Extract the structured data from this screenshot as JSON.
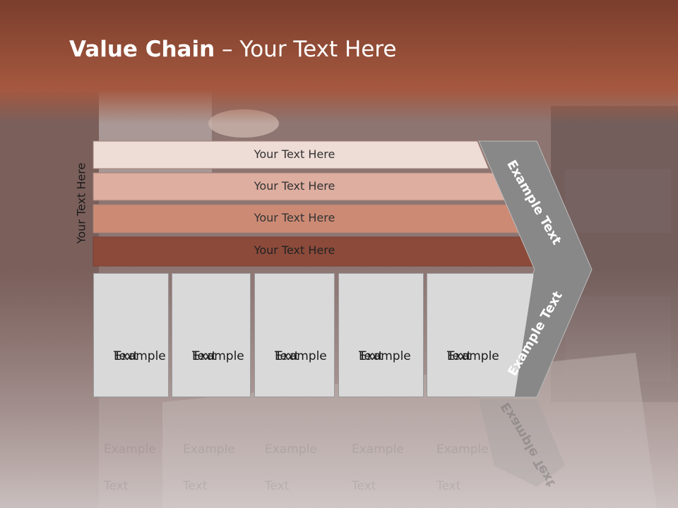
{
  "title": {
    "bold": "Value Chain",
    "rest": " – Your Text Here"
  },
  "side_label": "Your Text Here",
  "bars": [
    {
      "label": "Your Text Here",
      "fill": "#eedcd6"
    },
    {
      "label": "Your Text Here",
      "fill": "#deaea0"
    },
    {
      "label": "Your Text Here",
      "fill": "#cc8a74"
    },
    {
      "label": "Your Text Here",
      "fill": "#8c4a3a"
    }
  ],
  "boxes": [
    {
      "line1": "Example",
      "line2": "Text"
    },
    {
      "line1": "Example",
      "line2": "Text"
    },
    {
      "line1": "Example",
      "line2": "Text"
    },
    {
      "line1": "Example",
      "line2": "Text"
    },
    {
      "line1": "Example",
      "line2": "Text"
    }
  ],
  "arrow": {
    "upper_text": "Example Text",
    "lower_text": "Example Text",
    "fill": "#888888"
  },
  "colors": {
    "title_band": "#8f4b38",
    "background": "#8a7470"
  }
}
